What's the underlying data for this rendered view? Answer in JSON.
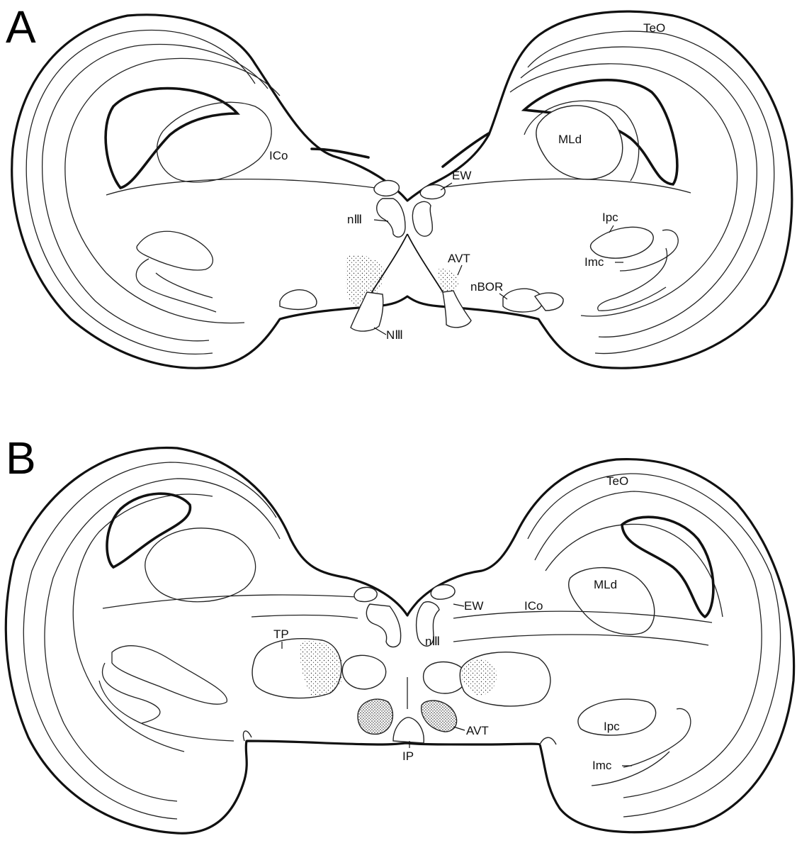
{
  "panels": [
    {
      "letter": "A",
      "labels": {
        "teo": "TeO",
        "mld": "MLd",
        "ico": "ICo",
        "ew": "EW",
        "n3": "nⅢ",
        "ipc": "Ipc",
        "imc": "Imc",
        "avt": "AVT",
        "nbor": "nBOR",
        "N3": "NⅢ"
      }
    },
    {
      "letter": "B",
      "labels": {
        "teo": "TeO",
        "mld": "MLd",
        "ico": "ICo",
        "ew": "EW",
        "n3": "nⅢ",
        "tp": "TP",
        "ipc": "Ipc",
        "imc": "Imc",
        "avt": "AVT",
        "ip": "IP"
      }
    }
  ]
}
